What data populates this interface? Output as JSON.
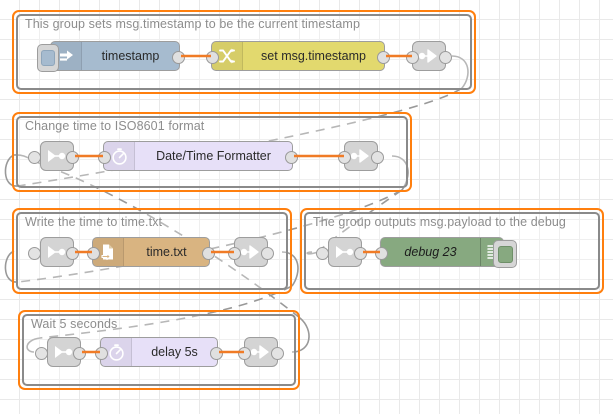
{
  "app": {
    "name": "Node-RED flow editor canvas",
    "grid_size": 20,
    "background": "#ffffff",
    "grid_color": "#e9e9e9"
  },
  "palette": {
    "group_selected_border": "#ff7f0e",
    "group_border": "#8a8a8a",
    "group_label_color": "#8d8d8d",
    "wire_color": "#f07b26",
    "link_wire_color": "#999999",
    "inject_node": "#a6bbcf",
    "change_node": "#e2d96e",
    "file_node": "#d9b481",
    "delay_node": "#e7e0f8",
    "debug_node": "#87a980",
    "link_node": "#d4d4d4"
  },
  "groups": [
    {
      "id": "group-timestamp",
      "label": "This group sets msg.timestamp to be the current timestamp",
      "selected": true,
      "nodes": [
        {
          "id": "inject-timestamp",
          "type": "inject",
          "label": "timestamp",
          "icon": "inject-arrow-icon",
          "has_button": true
        },
        {
          "id": "change-set-timestamp",
          "type": "change",
          "label": "set msg.timestamp",
          "icon": "change-shuffle-icon"
        },
        {
          "id": "link-out-1",
          "type": "link-out",
          "label": "",
          "icon": "link-out-icon"
        }
      ]
    },
    {
      "id": "group-iso8601",
      "label": "Change time to ISO8601 format",
      "selected": true,
      "nodes": [
        {
          "id": "link-in-2",
          "type": "link-in",
          "label": "",
          "icon": "link-in-icon"
        },
        {
          "id": "datetime-formatter",
          "type": "delay",
          "label": "Date/Time Formatter",
          "icon": "clock-icon"
        },
        {
          "id": "link-out-2",
          "type": "link-out",
          "label": "",
          "icon": "link-out-icon"
        }
      ]
    },
    {
      "id": "group-writefile",
      "label": "Write the time to time.txt",
      "selected": true,
      "nodes": [
        {
          "id": "link-in-3",
          "type": "link-in",
          "label": "",
          "icon": "link-in-icon"
        },
        {
          "id": "file-timetxt",
          "type": "file",
          "label": "time.txt",
          "icon": "file-out-icon"
        },
        {
          "id": "link-out-3",
          "type": "link-out",
          "label": "",
          "icon": "link-out-icon"
        }
      ]
    },
    {
      "id": "group-debug",
      "label": "The group outputs msg.payload to the debug",
      "selected": true,
      "nodes": [
        {
          "id": "link-in-4",
          "type": "link-in",
          "label": "",
          "icon": "link-in-icon"
        },
        {
          "id": "debug-23",
          "type": "debug",
          "label": "debug 23",
          "icon": "debug-lines-icon",
          "has_button": true
        }
      ]
    },
    {
      "id": "group-delay",
      "label": "Wait 5 seconds",
      "selected": true,
      "nodes": [
        {
          "id": "link-in-5",
          "type": "link-in",
          "label": "",
          "icon": "link-in-icon"
        },
        {
          "id": "delay-5s",
          "type": "delay",
          "label": "delay 5s",
          "icon": "clock-icon"
        },
        {
          "id": "link-out-5",
          "type": "link-out",
          "label": "",
          "icon": "link-out-icon"
        }
      ]
    }
  ]
}
